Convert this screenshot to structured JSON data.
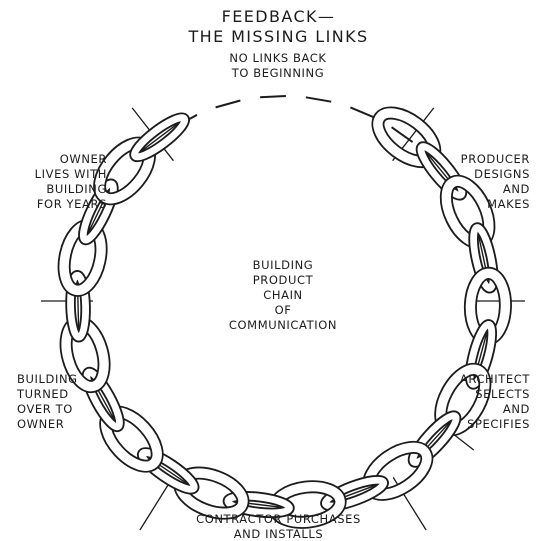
{
  "title": {
    "line1": "FEEDBACK—",
    "line2": "THE MISSING LINKS"
  },
  "top_note": {
    "line1": "NO LINKS BACK",
    "line2": "TO BEGINNING"
  },
  "center": {
    "line1": "BUILDING",
    "line2": "PRODUCT",
    "line3": "CHAIN",
    "line4": "OF",
    "line5": "COMMUNICATION"
  },
  "stages": {
    "producer": {
      "line1": "PRODUCER",
      "line2": "DESIGNS",
      "line3": "AND",
      "line4": "MAKES"
    },
    "architect": {
      "line1": "ARCHITECT",
      "line2": "SELECTS",
      "line3": "AND",
      "line4": "SPECIFIES"
    },
    "contractor": {
      "line1": "CONTRACTOR PURCHASES",
      "line2": "AND INSTALLS"
    },
    "turned_over": {
      "line1": "BUILDING",
      "line2": "TURNED",
      "line3": "OVER TO",
      "line4": "OWNER"
    },
    "owner": {
      "line1": "OWNER",
      "line2": "LIVES WITH",
      "line3": "BUILDING",
      "line4": "FOR YEARS"
    }
  },
  "colors": {
    "ink": "#1c1c1c",
    "paper": "#ffffff"
  }
}
